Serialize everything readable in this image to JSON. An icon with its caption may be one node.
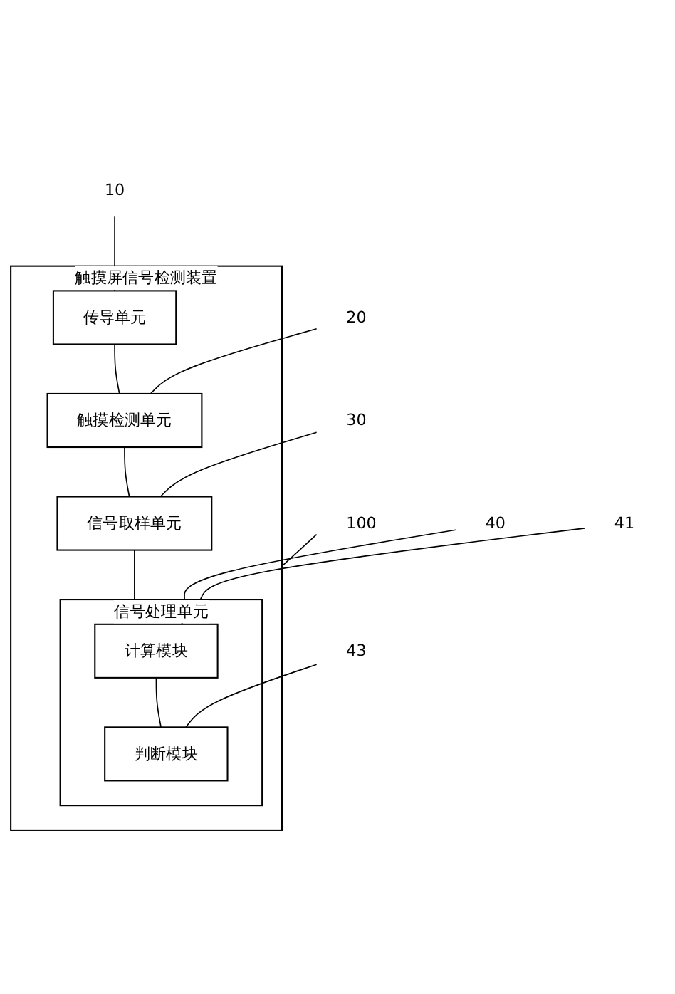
{
  "diagram": {
    "nodes": [
      {
        "text": [
          "触摸屏信号检测装置"
        ]
      },
      {
        "text": [
          "100"
        ]
      },
      {
        "text": [
          "传导单元"
        ],
        "in": 0
      },
      {
        "text": [
          "10"
        ]
      },
      {
        "text": [
          "触摸检测单元"
        ],
        "in": 0
      },
      {
        "text": [
          "20"
        ]
      },
      {
        "text": [
          "信号取样单元"
        ],
        "in": 0
      },
      {
        "text": [
          "30"
        ]
      },
      {
        "text": [
          "信号处理单元"
        ],
        "in": 0
      },
      {
        "text": [
          "40"
        ]
      },
      {
        "text": [
          "计算模块"
        ],
        "in": 8
      },
      {
        "text": [
          "41"
        ]
      },
      {
        "text": [
          "判断模块"
        ],
        "in": 8
      },
      {
        "text": [
          "43"
        ]
      }
    ],
    "edges": [
      {
        "from": 1,
        "to": 0,
        "arrow": "none"
      },
      {
        "from": 3,
        "to": 2,
        "arrow": "none"
      },
      {
        "from": 5,
        "to": 4,
        "arrow": "none"
      },
      {
        "from": 7,
        "to": 6,
        "arrow": "none"
      },
      {
        "from": 9,
        "to": 8,
        "arrow": "none"
      },
      {
        "from": 11,
        "to": 10,
        "arrow": "none"
      },
      {
        "from": 13,
        "to": 12,
        "arrow": "none"
      },
      {
        "from": 2,
        "to": 4,
        "arrow": "none"
      },
      {
        "from": 4,
        "to": 6,
        "arrow": "none"
      },
      {
        "from": 6,
        "to": 8,
        "arrow": "none"
      },
      {
        "from": 10,
        "to": 12,
        "arrow": "none"
      }
    ]
  }
}
